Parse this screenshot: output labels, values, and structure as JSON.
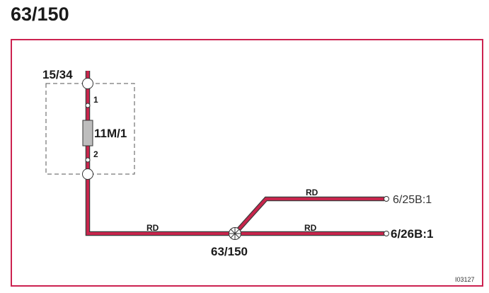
{
  "page": {
    "title": "63/150"
  },
  "diagram": {
    "frame_color": "#cc2250",
    "wire_color": "#c8254c",
    "wire_shadow_color": "#3a3a3a",
    "component": {
      "label": "11M/1",
      "pin_top": "1",
      "pin_bottom": "2"
    },
    "top_connector": "15/34",
    "splice": {
      "label": "63/150",
      "icon": "splice-icon"
    },
    "wires": [
      {
        "color_code": "RD"
      },
      {
        "color_code": "RD"
      },
      {
        "color_code": "RD"
      }
    ],
    "connectors": [
      {
        "label": "6/25B:1"
      },
      {
        "label": "6/26B:1"
      }
    ],
    "figure_id": "I03127"
  }
}
